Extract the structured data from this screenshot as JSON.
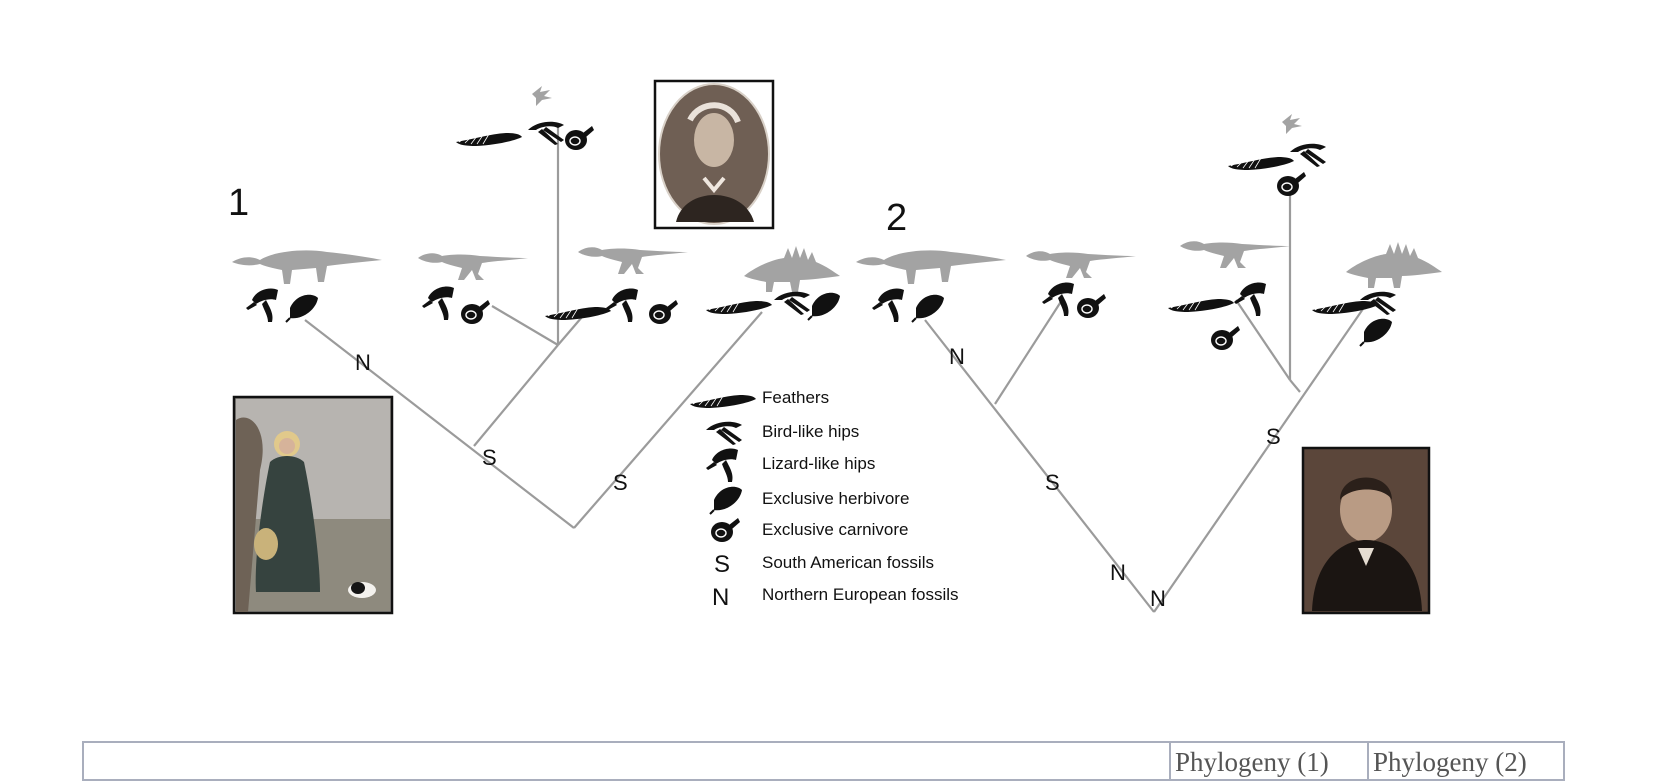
{
  "panels": [
    {
      "number": "1",
      "portrait": "woman-portrait"
    },
    {
      "number": "2",
      "portrait": "man-portrait"
    }
  ],
  "node_labels": {
    "tree1": [
      "N",
      "S",
      "S"
    ],
    "tree2": [
      "N",
      "S",
      "N",
      "N",
      "S"
    ]
  },
  "legend": [
    {
      "symbol": "feather-icon",
      "label": "Feathers"
    },
    {
      "symbol": "bird-hip-icon",
      "label": "Bird-like hips"
    },
    {
      "symbol": "lizard-hip-icon",
      "label": "Lizard-like hips"
    },
    {
      "symbol": "leaf-icon",
      "label": "Exclusive herbivore"
    },
    {
      "symbol": "meat-icon",
      "label": "Exclusive carnivore"
    },
    {
      "symbol": "S",
      "label": "South American fossils"
    },
    {
      "symbol": "N",
      "label": "Northern European fossils"
    }
  ],
  "table": {
    "headers": [
      "",
      "Phylogeny (1)",
      "Phylogeny (2)"
    ]
  },
  "colors": {
    "silhouette": "#a3a3a3",
    "branch": "#9b9b9b",
    "icon": "#111111",
    "table_border": "#a9aebd"
  }
}
